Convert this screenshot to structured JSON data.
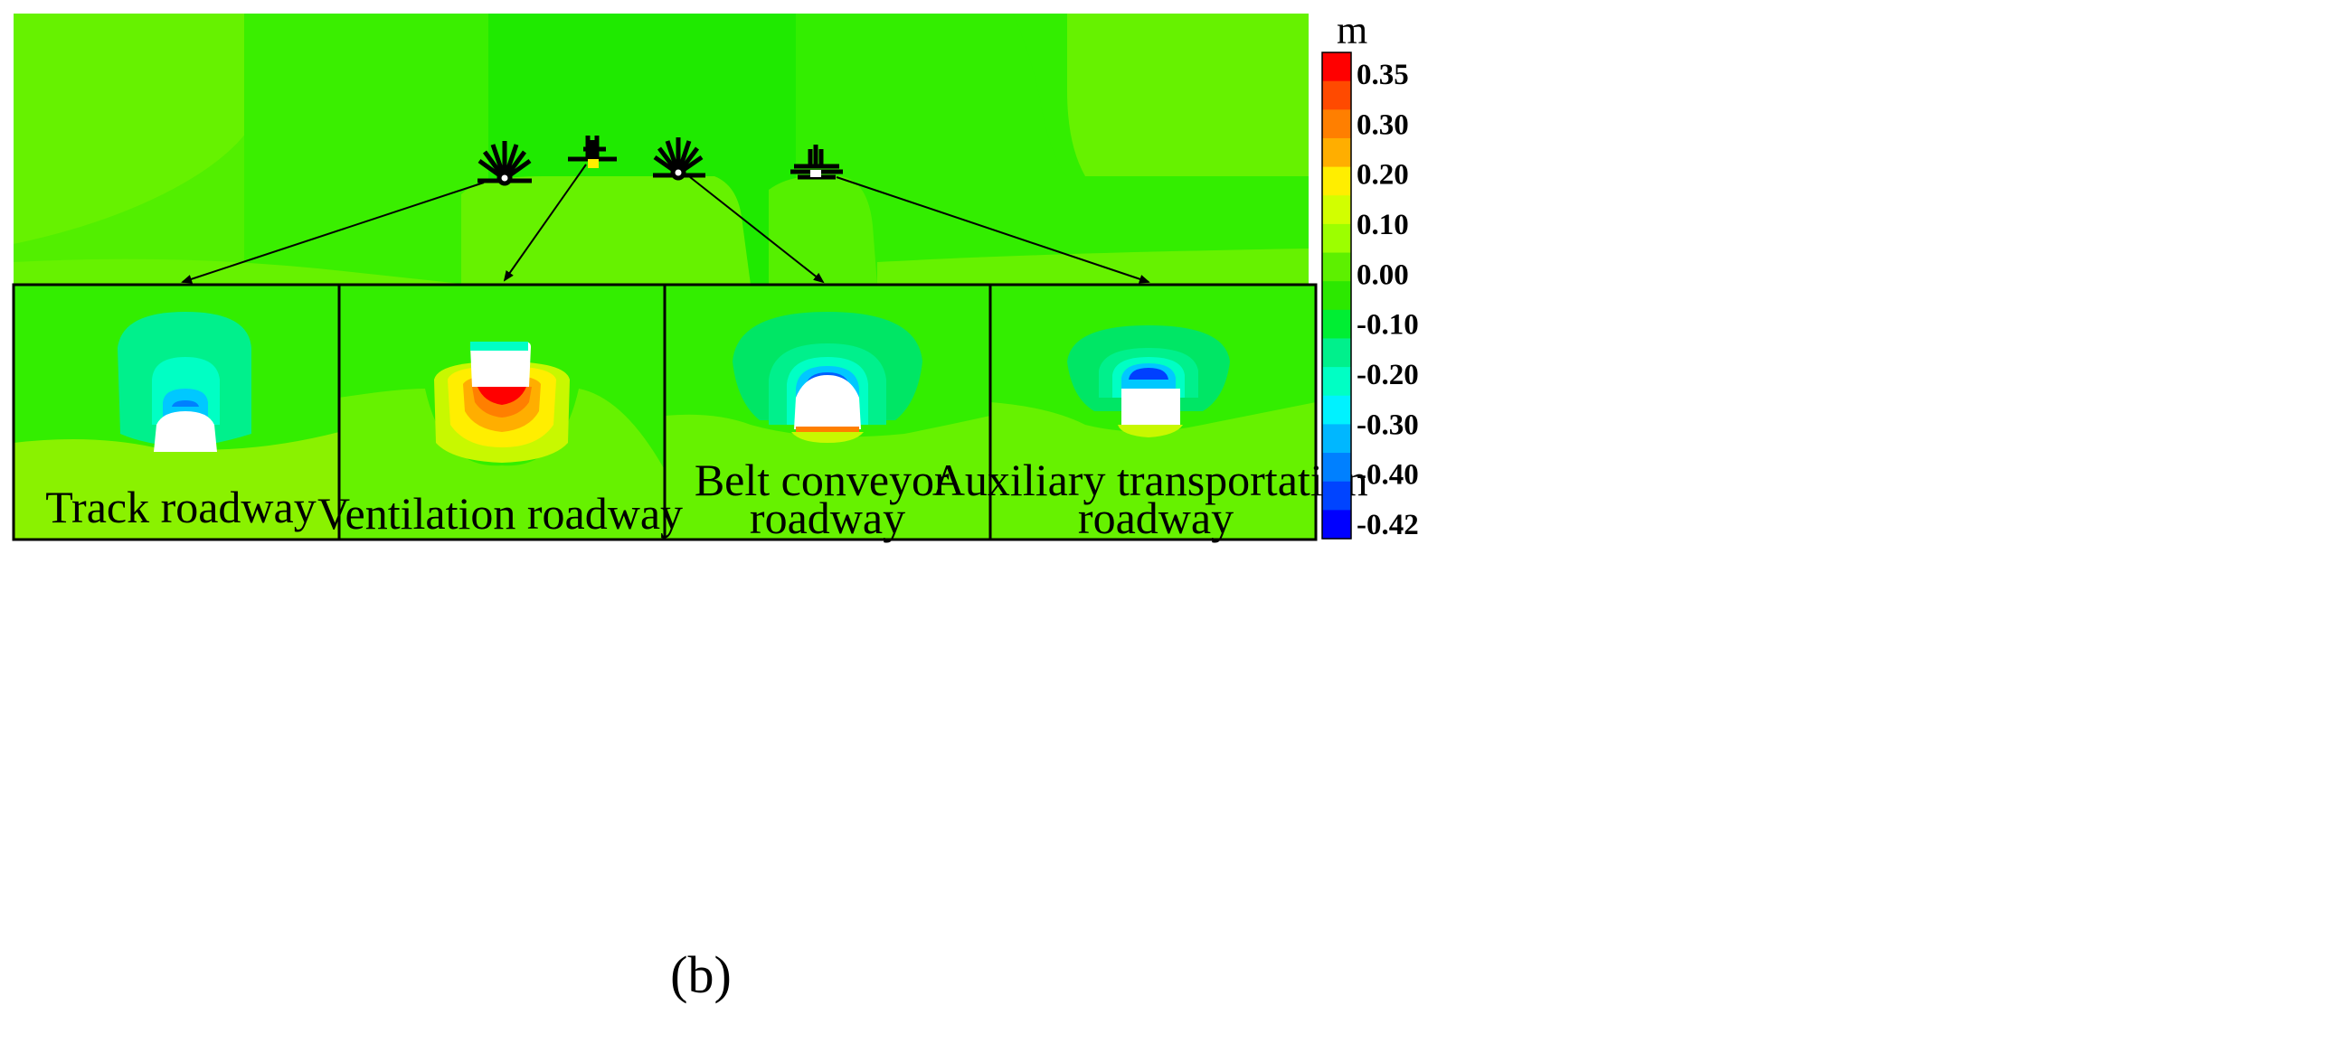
{
  "roadways": [
    {
      "id": "track",
      "label_lines": [
        "Track roadway"
      ]
    },
    {
      "id": "ventilation",
      "label_lines": [
        "Ventilation roadway"
      ]
    },
    {
      "id": "belt",
      "label_lines": [
        "Belt conveyor",
        "roadway"
      ]
    },
    {
      "id": "auxiliary",
      "label_lines": [
        "Auxiliary transportation",
        "roadway"
      ]
    }
  ],
  "colorbar": {
    "unit": "m",
    "ticks": [
      "0.35",
      "0.30",
      "0.20",
      "0.10",
      "0.00",
      "-0.10",
      "-0.20",
      "-0.30",
      "-0.40",
      "-0.42"
    ],
    "colors": [
      "#ff0000",
      "#ff4a00",
      "#ff7f00",
      "#ffae00",
      "#ffee00",
      "#d2ff00",
      "#9cff00",
      "#5df000",
      "#2ce800",
      "#00ee33",
      "#00f08c",
      "#00ffc4",
      "#00f2ff",
      "#00b7ff",
      "#0080ff",
      "#0044ff",
      "#0000ff"
    ]
  },
  "figure_label": "(b)",
  "colors": {
    "field_green": "#33ee00",
    "field_light": "#66f200",
    "field_lower": "#8af200",
    "frame": "#000000"
  }
}
